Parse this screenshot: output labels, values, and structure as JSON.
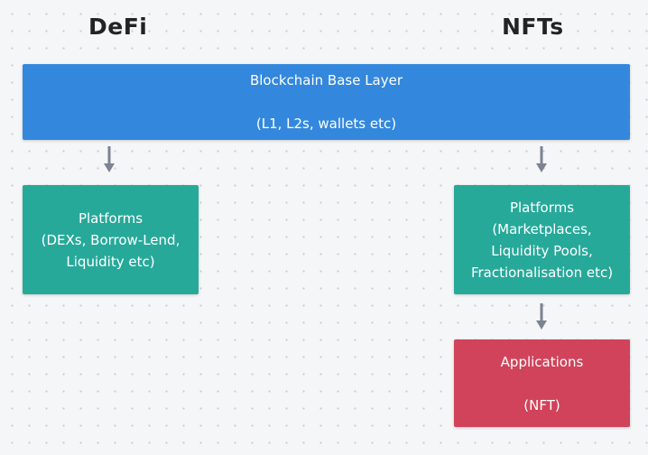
{
  "headings": {
    "defi": "DeFi",
    "nfts": "NFTs"
  },
  "boxes": {
    "base_layer": {
      "line1": "Blockchain Base Layer",
      "line2": "(L1, L2s, wallets etc)",
      "color": "#3388dd"
    },
    "defi_platforms": {
      "text": "Platforms\n(DEXs, Borrow-Lend,\nLiquidity etc)",
      "color": "#27a99a"
    },
    "nft_platforms": {
      "text": "Platforms\n(Marketplaces,\nLiquidity Pools,\nFractionalisation etc)",
      "color": "#27a99a"
    },
    "applications": {
      "line1": "Applications",
      "line2": "(NFT)",
      "color": "#d1435b"
    }
  },
  "colors": {
    "arrow": "#7b8490",
    "heading": "#232323"
  }
}
